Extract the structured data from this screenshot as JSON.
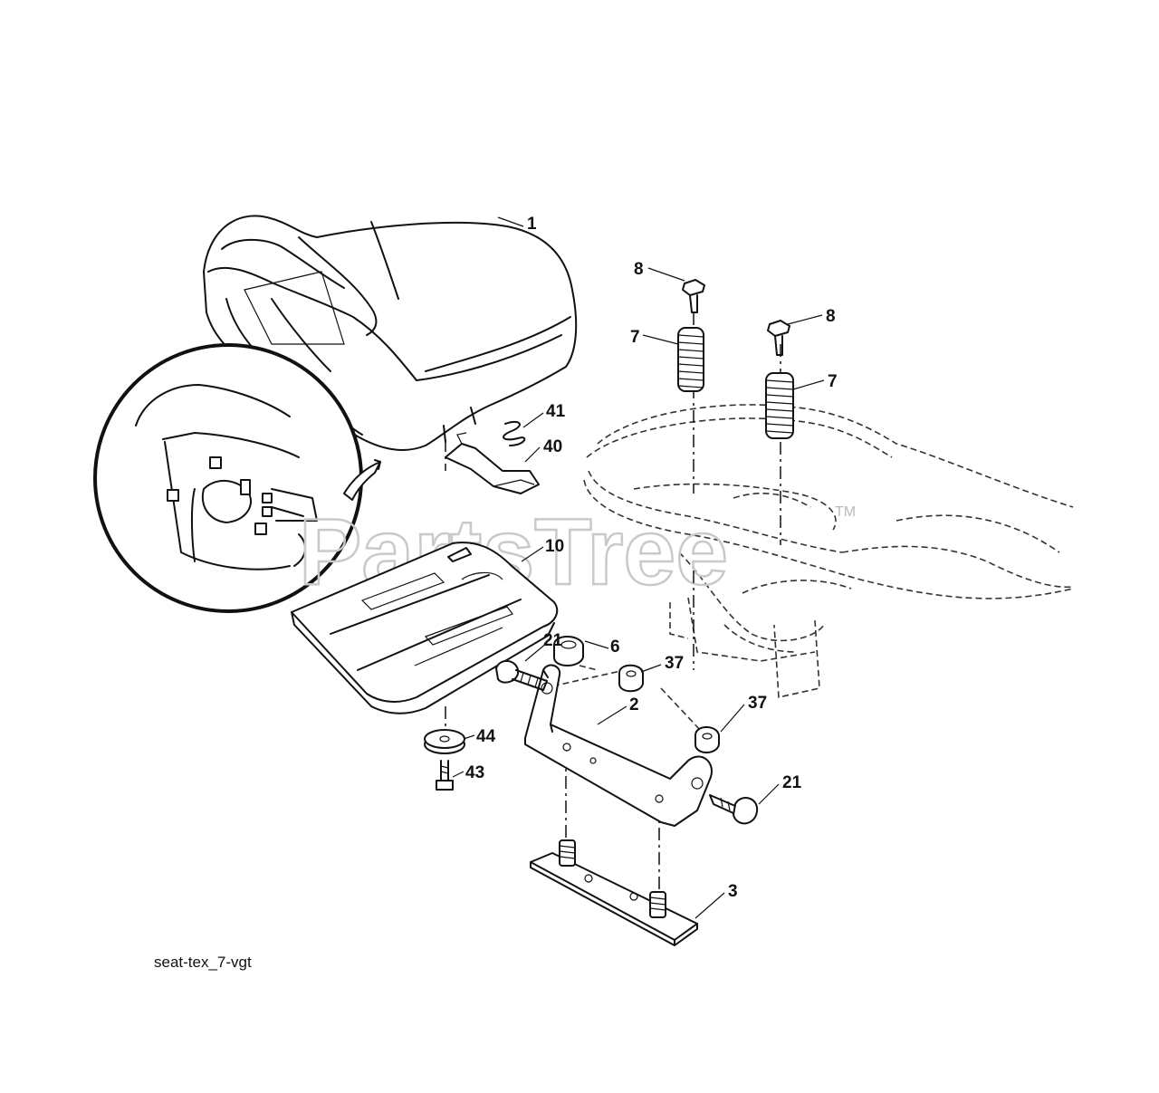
{
  "diagram": {
    "caption": "seat-tex_7-vgt",
    "watermark": "PartsTree",
    "watermark_mark": "TM",
    "callouts": [
      {
        "id": "c1",
        "label": "1"
      },
      {
        "id": "c8a",
        "label": "8"
      },
      {
        "id": "c8b",
        "label": "8"
      },
      {
        "id": "c7a",
        "label": "7"
      },
      {
        "id": "c7b",
        "label": "7"
      },
      {
        "id": "c41",
        "label": "41"
      },
      {
        "id": "c40",
        "label": "40"
      },
      {
        "id": "c10",
        "label": "10"
      },
      {
        "id": "c21a",
        "label": "21"
      },
      {
        "id": "c6",
        "label": "6"
      },
      {
        "id": "c37a",
        "label": "37"
      },
      {
        "id": "c37b",
        "label": "37"
      },
      {
        "id": "c2",
        "label": "2"
      },
      {
        "id": "c44",
        "label": "44"
      },
      {
        "id": "c43",
        "label": "43"
      },
      {
        "id": "c21b",
        "label": "21"
      },
      {
        "id": "c3",
        "label": "3"
      }
    ]
  }
}
